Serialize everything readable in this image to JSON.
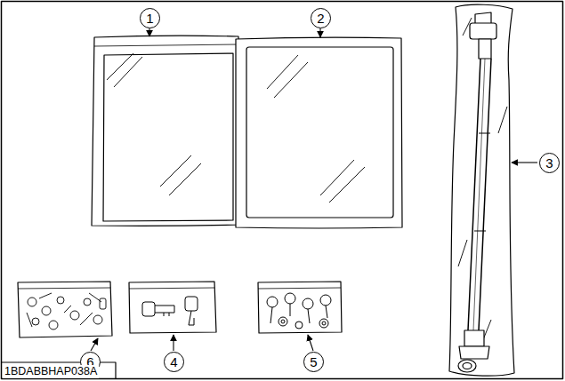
{
  "diagram": {
    "labels": [
      "1",
      "2",
      "3",
      "4",
      "5",
      "6",
      "1BDABBHAP038A"
    ]
  }
}
